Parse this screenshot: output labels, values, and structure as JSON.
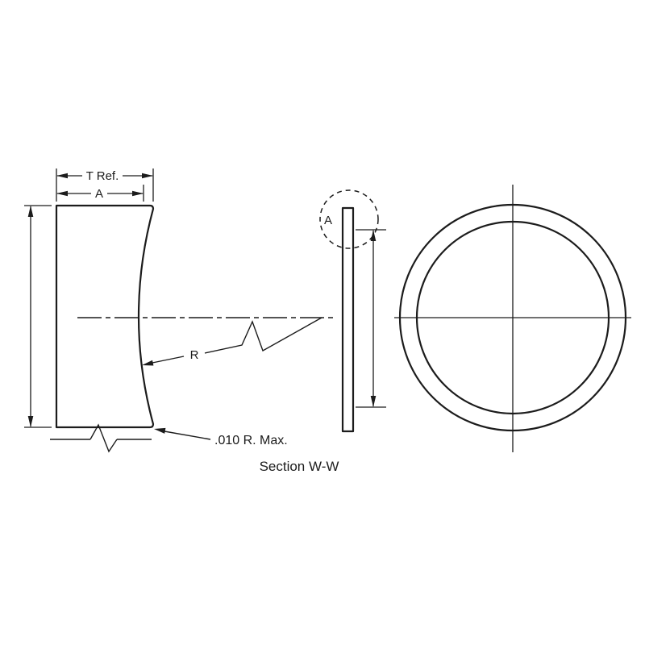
{
  "colors": {
    "line": "#1c1c1c",
    "bg": "#ffffff"
  },
  "drawing": {
    "dim_t_ref": "T Ref.",
    "dim_a": "A",
    "radius_label": "R",
    "corner_note": ".010 R. Max.",
    "caption": "Section W-W",
    "detail_label": "A"
  }
}
